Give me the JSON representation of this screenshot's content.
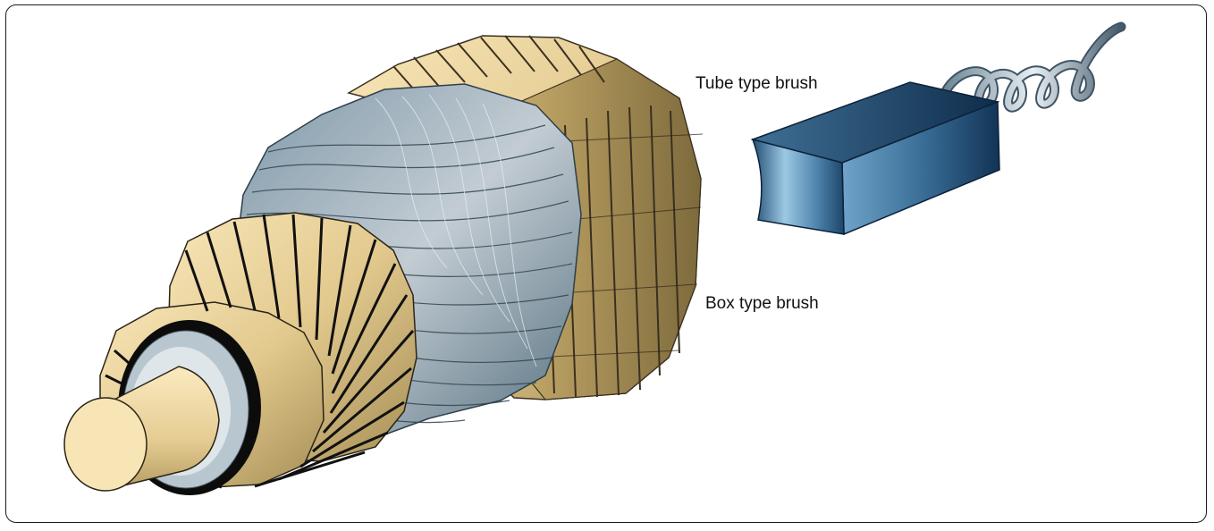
{
  "labels": {
    "tube_brush": "Tube type brush",
    "box_brush": "Box type brush"
  },
  "colors": {
    "brass_light": "#f5e1b0",
    "brass_mid": "#d8bd7e",
    "brass_dark": "#8a7443",
    "winding_light": "#c9d3da",
    "winding_dark": "#6d8796",
    "brush_light": "#8fbcd9",
    "brush_dark": "#173f63",
    "frame": "#1a1a1a"
  },
  "icons": [
    "armature-illustration",
    "tube-brush-illustration",
    "box-brush-illustration",
    "spring-icon",
    "pigtail-lead-icon"
  ]
}
